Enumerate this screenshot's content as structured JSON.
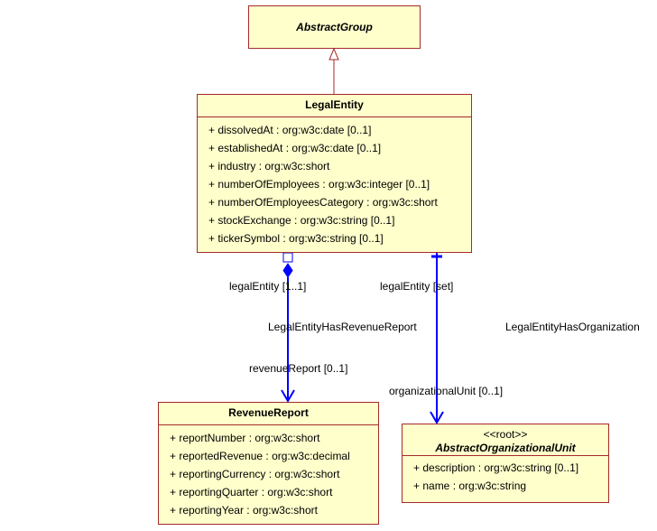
{
  "classes": {
    "abstract_group": {
      "name": "AbstractGroup"
    },
    "legal_entity": {
      "name": "LegalEntity",
      "attributes": [
        "+ dissolvedAt : org:w3c:date [0..1]",
        "+ establishedAt : org:w3c:date [0..1]",
        "+ industry : org:w3c:short",
        "+ numberOfEmployees : org:w3c:integer [0..1]",
        "+ numberOfEmployeesCategory : org:w3c:short",
        "+ stockExchange : org:w3c:string [0..1]",
        "+ tickerSymbol : org:w3c:string [0..1]"
      ]
    },
    "revenue_report": {
      "name": "RevenueReport",
      "attributes": [
        "+ reportNumber : org:w3c:short",
        "+ reportedRevenue : org:w3c:decimal",
        "+ reportingCurrency : org:w3c:short",
        "+ reportingQuarter : org:w3c:short",
        "+ reportingYear : org:w3c:short"
      ]
    },
    "abstract_org_unit": {
      "stereotype": "<<root>>",
      "name": "AbstractOrganizationalUnit",
      "attributes": [
        "+ description : org:w3c:string [0..1]",
        "+ name : org:w3c:string"
      ]
    }
  },
  "associations": {
    "revenue": {
      "name": "LegalEntityHasRevenueReport",
      "source_role": "legalEntity [1..1]",
      "target_role": "revenueReport [0..1]"
    },
    "organization": {
      "name": "LegalEntityHasOrganization",
      "source_role": "legalEntity [set]",
      "target_role": "organizationalUnit [0..1]"
    }
  },
  "colors": {
    "class_fill": "#ffffcc",
    "class_border": "#a52a2a",
    "association_line": "#0000ff",
    "generalization_line": "#a52a2a"
  }
}
